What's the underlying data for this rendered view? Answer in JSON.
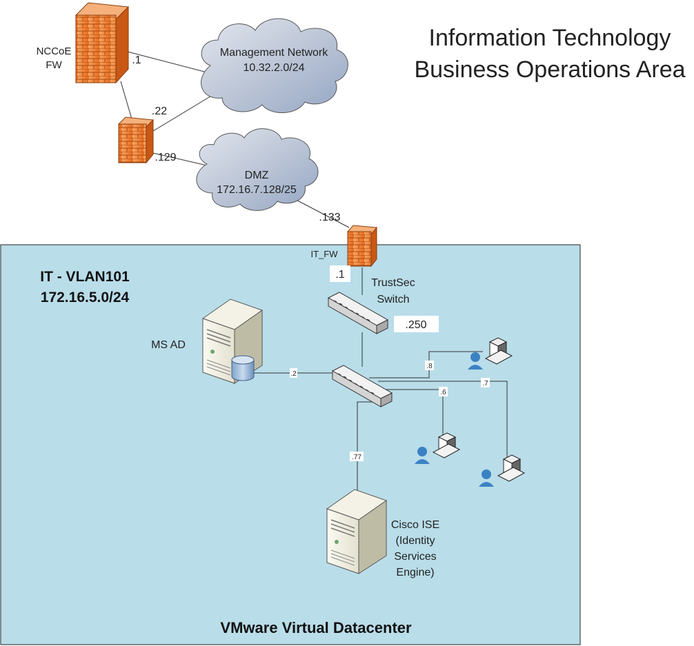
{
  "title": {
    "line1": "Information Technology",
    "line2": "Business Operations Area"
  },
  "clouds": {
    "management": {
      "name": "Management Network",
      "subnet": "10.32.2.0/24"
    },
    "dmz": {
      "name": "DMZ",
      "subnet": "172.16.7.128/25"
    }
  },
  "firewalls": {
    "nccoe": {
      "label_line1": "NCCoE",
      "label_line2": "FW"
    },
    "it": {
      "label": "IT_FW"
    }
  },
  "links": {
    "nccoe_mgmt": ".1",
    "fw2_mgmt": ".22",
    "fw2_dmz": ".129",
    "dmz_itfw": ".133",
    "itfw_inside": ".1",
    "trustsec": ".250",
    "msad": ".2",
    "user1": ".8",
    "user2": ".6",
    "user3": ".7",
    "ise": ".77"
  },
  "vlan": {
    "name": "IT - VLAN101",
    "subnet": "172.16.5.0/24",
    "footer": "VMware Virtual Datacenter"
  },
  "devices": {
    "trustsec": {
      "line1": "TrustSec",
      "line2": "Switch"
    },
    "msad": {
      "label": "MS AD"
    },
    "ise": {
      "line1": "Cisco ISE",
      "line2": "(Identity",
      "line3": "Services",
      "line4": "Engine)"
    }
  },
  "colors": {
    "vlan_fill": "#b9dde9",
    "firewall": "#f07b2c",
    "cloud": "#b8c2d4",
    "user": "#3b82c4"
  }
}
